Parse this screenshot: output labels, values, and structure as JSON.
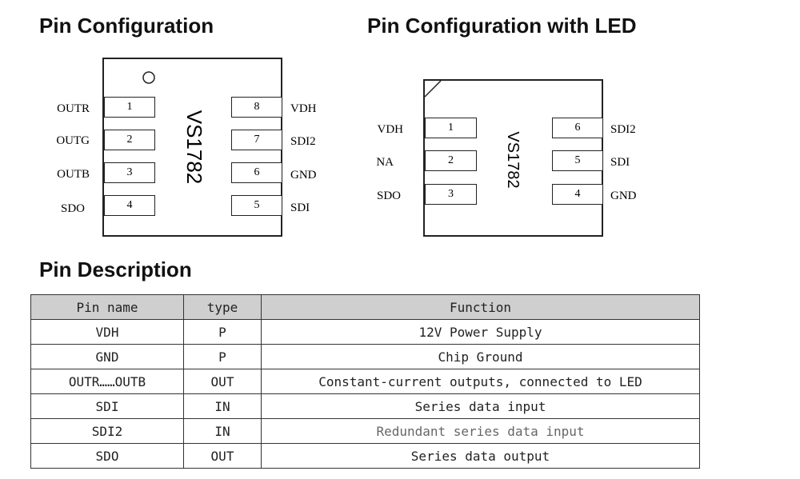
{
  "headings": {
    "pin_configuration": "Pin Configuration",
    "pin_configuration_led": "Pin Configuration with LED",
    "pin_description": "Pin Description"
  },
  "chip1": {
    "name": "VS1782",
    "left_pins": [
      {
        "number": "1",
        "label": "OUTR"
      },
      {
        "number": "2",
        "label": "OUTG"
      },
      {
        "number": "3",
        "label": "OUTB"
      },
      {
        "number": "4",
        "label": "SDO"
      }
    ],
    "right_pins": [
      {
        "number": "8",
        "label": "VDH"
      },
      {
        "number": "7",
        "label": "SDI2"
      },
      {
        "number": "6",
        "label": "GND"
      },
      {
        "number": "5",
        "label": "SDI"
      }
    ]
  },
  "chip2": {
    "name": "VS1782",
    "left_pins": [
      {
        "number": "1",
        "label": "VDH"
      },
      {
        "number": "2",
        "label": "NA"
      },
      {
        "number": "3",
        "label": "SDO"
      }
    ],
    "right_pins": [
      {
        "number": "6",
        "label": "SDI2"
      },
      {
        "number": "5",
        "label": "SDI"
      },
      {
        "number": "4",
        "label": "GND"
      }
    ]
  },
  "table": {
    "headers": [
      "Pin name",
      "type",
      "Function"
    ],
    "rows": [
      [
        "VDH",
        "P",
        "12V Power Supply"
      ],
      [
        "GND",
        "P",
        "Chip Ground"
      ],
      [
        "OUTR……OUTB",
        "OUT",
        "Constant-current outputs, connected to LED"
      ],
      [
        "SDI",
        "IN",
        "Series data input"
      ],
      [
        "SDI2",
        "IN",
        "Redundant series data input"
      ],
      [
        "SDO",
        "OUT",
        "Series data output"
      ]
    ]
  }
}
